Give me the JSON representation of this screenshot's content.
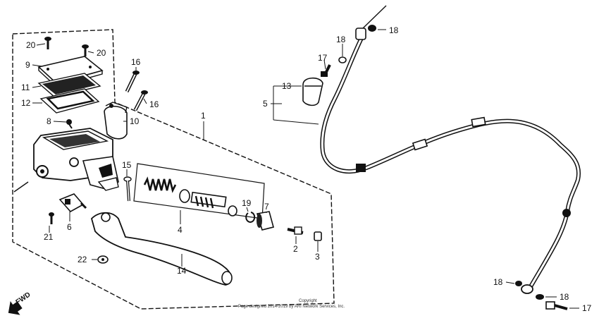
{
  "diagram": {
    "part_labels": {
      "p1": "1",
      "p2": "2",
      "p3": "3",
      "p4": "4",
      "p5": "5",
      "p6": "6",
      "p7": "7",
      "p8": "8",
      "p9": "9",
      "p10": "10",
      "p11": "11",
      "p12": "12",
      "p13": "13",
      "p14": "14",
      "p15": "15",
      "p16a": "16",
      "p16b": "16",
      "p17a": "17",
      "p17b": "17",
      "p18a": "18",
      "p18b": "18",
      "p18c": "18",
      "p18d": "18",
      "p19": "19",
      "p20a": "20",
      "p20b": "20",
      "p21": "21",
      "p22": "22"
    },
    "direction_label": "FWD",
    "copyright_line1": "Copyright",
    "copyright_line2": "Page designed 2014-2019 by ARI Network Services, Inc."
  }
}
